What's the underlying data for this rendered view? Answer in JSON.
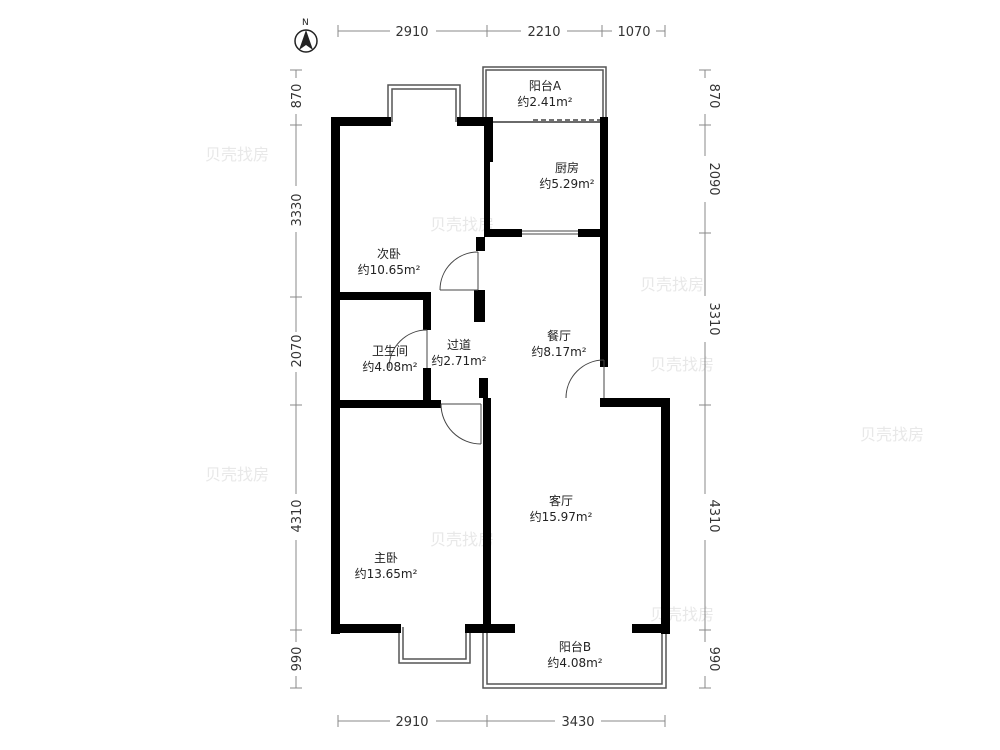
{
  "compass": {
    "label": "N"
  },
  "dimensions": {
    "top": [
      "2910",
      "2210",
      "1070"
    ],
    "bottom": [
      "2910",
      "3430"
    ],
    "left": [
      "870",
      "3330",
      "2070",
      "4310",
      "990"
    ],
    "right": [
      "870",
      "2090",
      "3310",
      "4310",
      "990"
    ]
  },
  "rooms": {
    "balcony_a": {
      "name": "阳台A",
      "area": "约2.41m²"
    },
    "kitchen": {
      "name": "厨房",
      "area": "约5.29m²"
    },
    "second_bedroom": {
      "name": "次卧",
      "area": "约10.65m²"
    },
    "bathroom": {
      "name": "卫生间",
      "area": "约4.08m²"
    },
    "hallway": {
      "name": "过道",
      "area": "约2.71m²"
    },
    "dining_room": {
      "name": "餐厅",
      "area": "约8.17m²"
    },
    "living_room": {
      "name": "客厅",
      "area": "约15.97m²"
    },
    "master_bedroom": {
      "name": "主卧",
      "area": "约13.65m²"
    },
    "balcony_b": {
      "name": "阳台B",
      "area": "约4.08m²"
    }
  },
  "watermark": {
    "text": "贝壳找房"
  }
}
